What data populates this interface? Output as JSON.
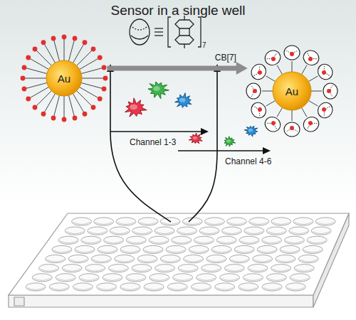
{
  "diagram": {
    "title": "Sensor in a single well",
    "nodes": [
      {
        "text": [
          "Au"
        ]
      },
      {
        "text": [
          "Au"
        ]
      }
    ],
    "edges": [
      {
        "from": 0,
        "to": 1,
        "label": "CB[7]",
        "arrow": "to"
      }
    ],
    "labels": [
      "7",
      "Channel 1-3",
      "Channel 4-6"
    ]
  }
}
